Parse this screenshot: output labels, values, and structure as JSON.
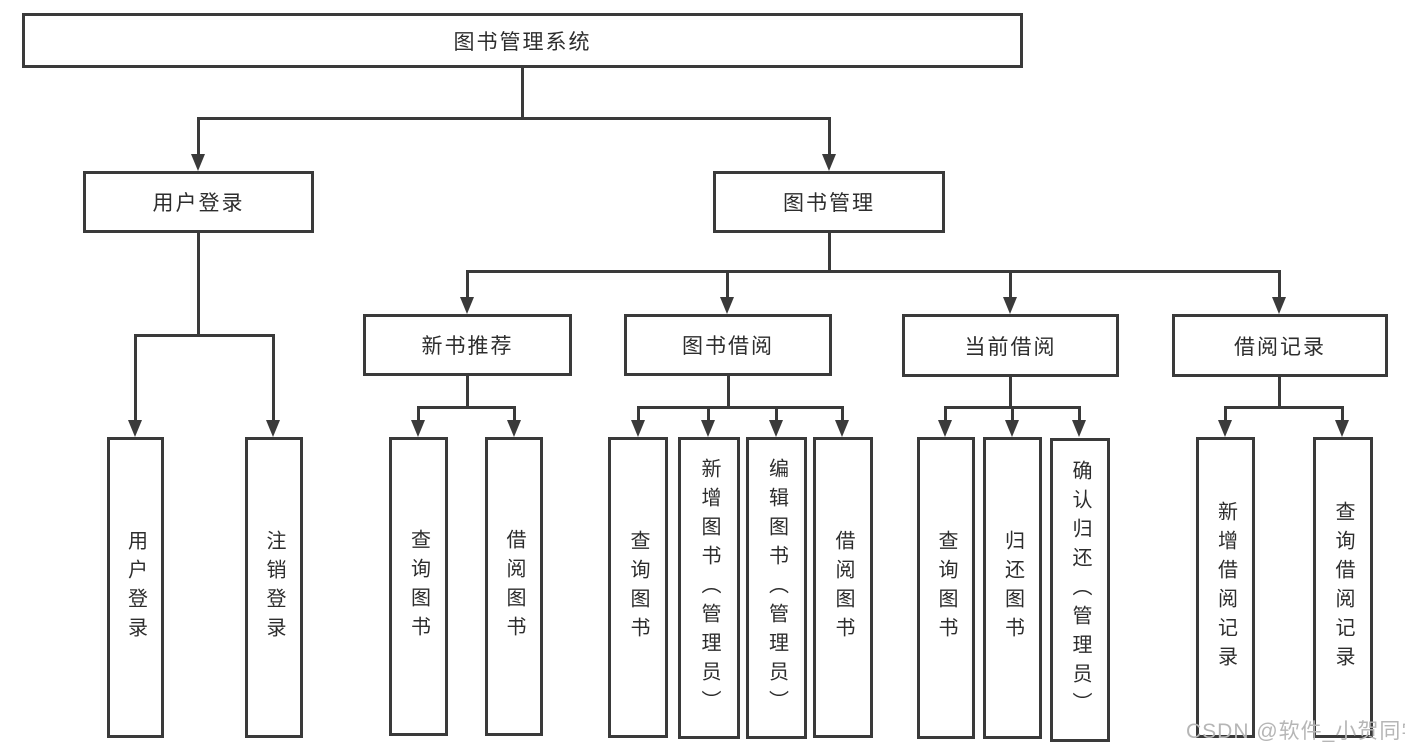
{
  "colors": {
    "background": "#ffffff",
    "line": "#3a3a3a",
    "box_border": "#3a3a3a",
    "text": "#2d2d2d",
    "watermark": "#b6b6b6"
  },
  "nodes": {
    "root": {
      "label": "图书管理系统"
    },
    "user_login": {
      "label": "用户登录"
    },
    "book_mgmt": {
      "label": "图书管理"
    },
    "rec": {
      "label": "新书推荐"
    },
    "borrow": {
      "label": "图书借阅"
    },
    "current": {
      "label": "当前借阅"
    },
    "records": {
      "label": "借阅记录"
    },
    "ul_login": {
      "label": "用户登录"
    },
    "ul_logout": {
      "label": "注销登录"
    },
    "rec_query": {
      "label": "查询图书"
    },
    "rec_borrow": {
      "label": "借阅图书"
    },
    "bor_query": {
      "label": "查询图书"
    },
    "bor_add": {
      "label": "新增图书（管理员）"
    },
    "bor_edit": {
      "label": "编辑图书（管理员）"
    },
    "bor_borrow": {
      "label": "借阅图书"
    },
    "cur_query": {
      "label": "查询图书"
    },
    "cur_return": {
      "label": "归还图书"
    },
    "cur_confirm": {
      "label": "确认归还（管理员）"
    },
    "recd_add": {
      "label": "新增借阅记录"
    },
    "recd_query": {
      "label": "查询借阅记录"
    }
  },
  "hierarchy": {
    "图书管理系统": {
      "用户登录": [
        "用户登录",
        "注销登录"
      ],
      "图书管理": {
        "新书推荐": [
          "查询图书",
          "借阅图书"
        ],
        "图书借阅": [
          "查询图书",
          "新增图书（管理员）",
          "编辑图书（管理员）",
          "借阅图书"
        ],
        "当前借阅": [
          "查询图书",
          "归还图书",
          "确认归还（管理员）"
        ],
        "借阅记录": [
          "新增借阅记录",
          "查询借阅记录"
        ]
      }
    }
  },
  "watermark": {
    "text": "CSDN @软件_小贺同学"
  }
}
